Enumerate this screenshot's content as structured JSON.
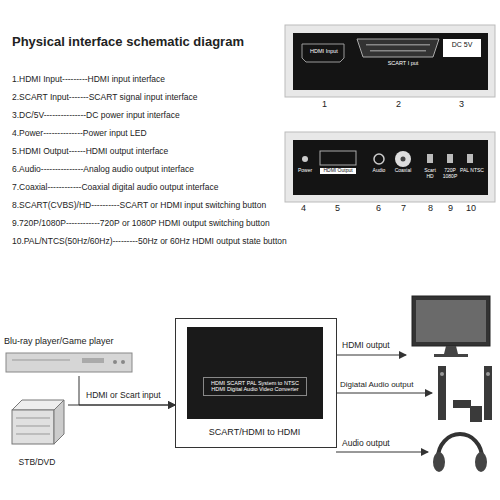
{
  "diagram": {
    "title": "Physical interface schematic diagram",
    "nodes": [
      {
        "text": [
          "HDMI Input",
          "SCART I put",
          "DC 5V"
        ]
      },
      {
        "text": [
          "Power",
          "HDMI Output",
          "Audio",
          "Coaxial",
          "Scart HD",
          "720P 1080P",
          "PAL NTSC"
        ]
      },
      {
        "text": [
          "Blu-ray player/Game player"
        ]
      },
      {
        "text": [
          "STB/DVD"
        ]
      },
      {
        "text": [
          "SCART/HDMI to HDMI"
        ]
      },
      {
        "text": [
          "HDMI SCART PAL System to NTSC HDMI Digital Audio Video Converter"
        ],
        "in": 4
      }
    ],
    "edges": [
      {
        "from": 2,
        "to": 4,
        "label": "HDMI or Scart input",
        "arrow": "to"
      },
      {
        "from": 3,
        "to": 4,
        "arrow": "to"
      }
    ],
    "labels": [
      "1.HDMI Input---------HDMI input interface",
      "2.SCART Input-------SCART signal input interface",
      "3.DC/5V---------------DC power input interface",
      "4.Power--------------Power input LED",
      "5.HDMI Output------HDMI output interface",
      "6.Audio---------------Analog audio output interface",
      "7.Coaxial------------Coaxial digital audio output interface",
      "8.SCART(CVBS)/HD----------SCART or HDMI input switching button",
      "9.720P/1080P------------720P or 1080P HDMI output switching button",
      "10.PAL/NTCS(50Hz/60Hz)---------50Hz or 60Hz HDMI output state button",
      "1",
      "2",
      "3",
      "4",
      "5",
      "6",
      "7",
      "8",
      "9",
      "10",
      "HDMI output",
      "Digiatal Audio output",
      "Audio output"
    ]
  }
}
